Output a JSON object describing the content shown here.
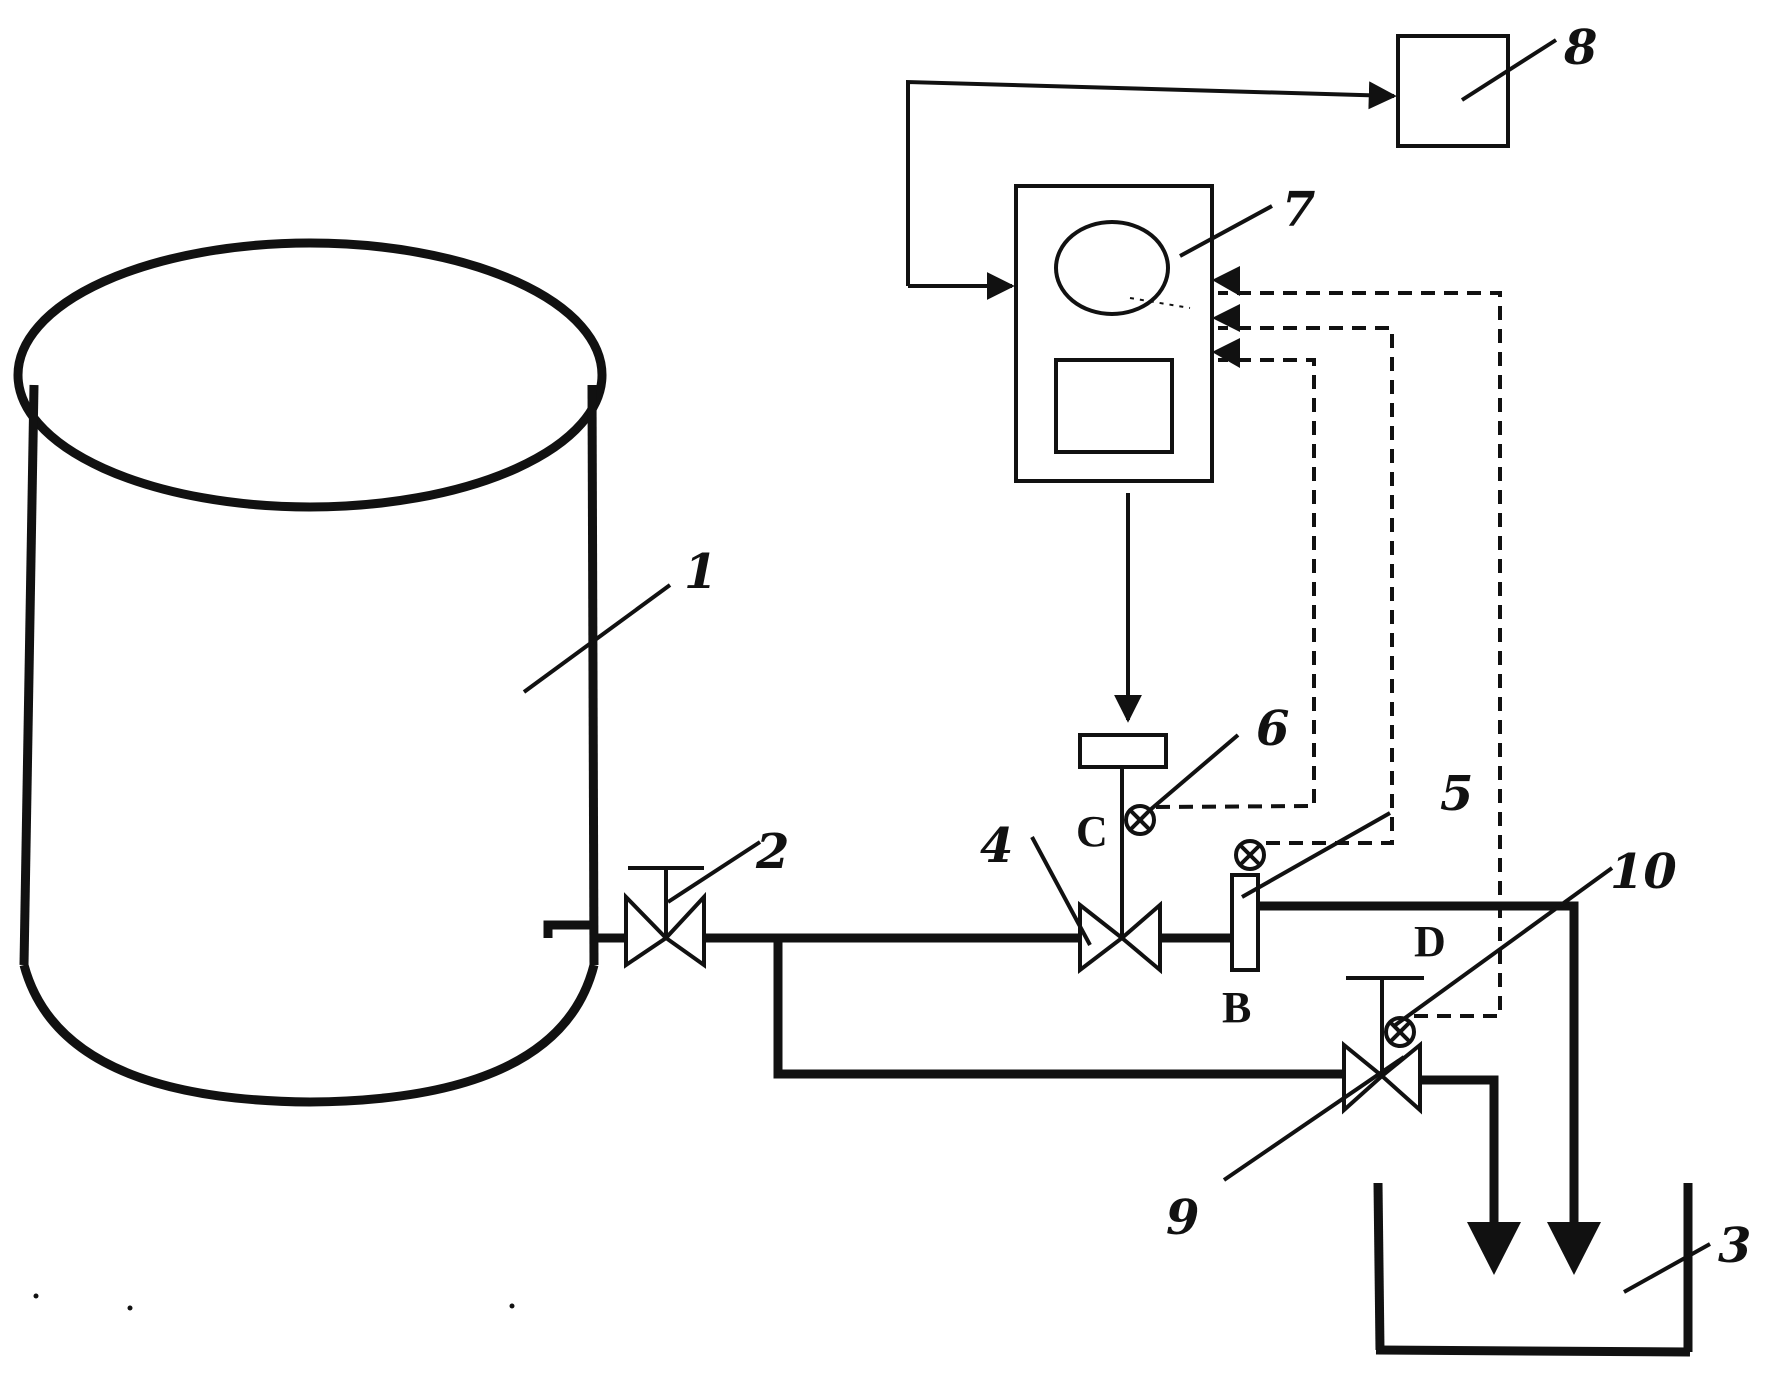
{
  "labels": {
    "n1": "1",
    "n2": "2",
    "n3": "3",
    "n4": "4",
    "n5": "5",
    "n6": "6",
    "n7": "7",
    "n8": "8",
    "n9": "9",
    "n10": "10"
  },
  "points": {
    "B": "B",
    "C": "C",
    "D": "D"
  },
  "colors": {
    "stroke": "#111111",
    "background": "#ffffff"
  }
}
